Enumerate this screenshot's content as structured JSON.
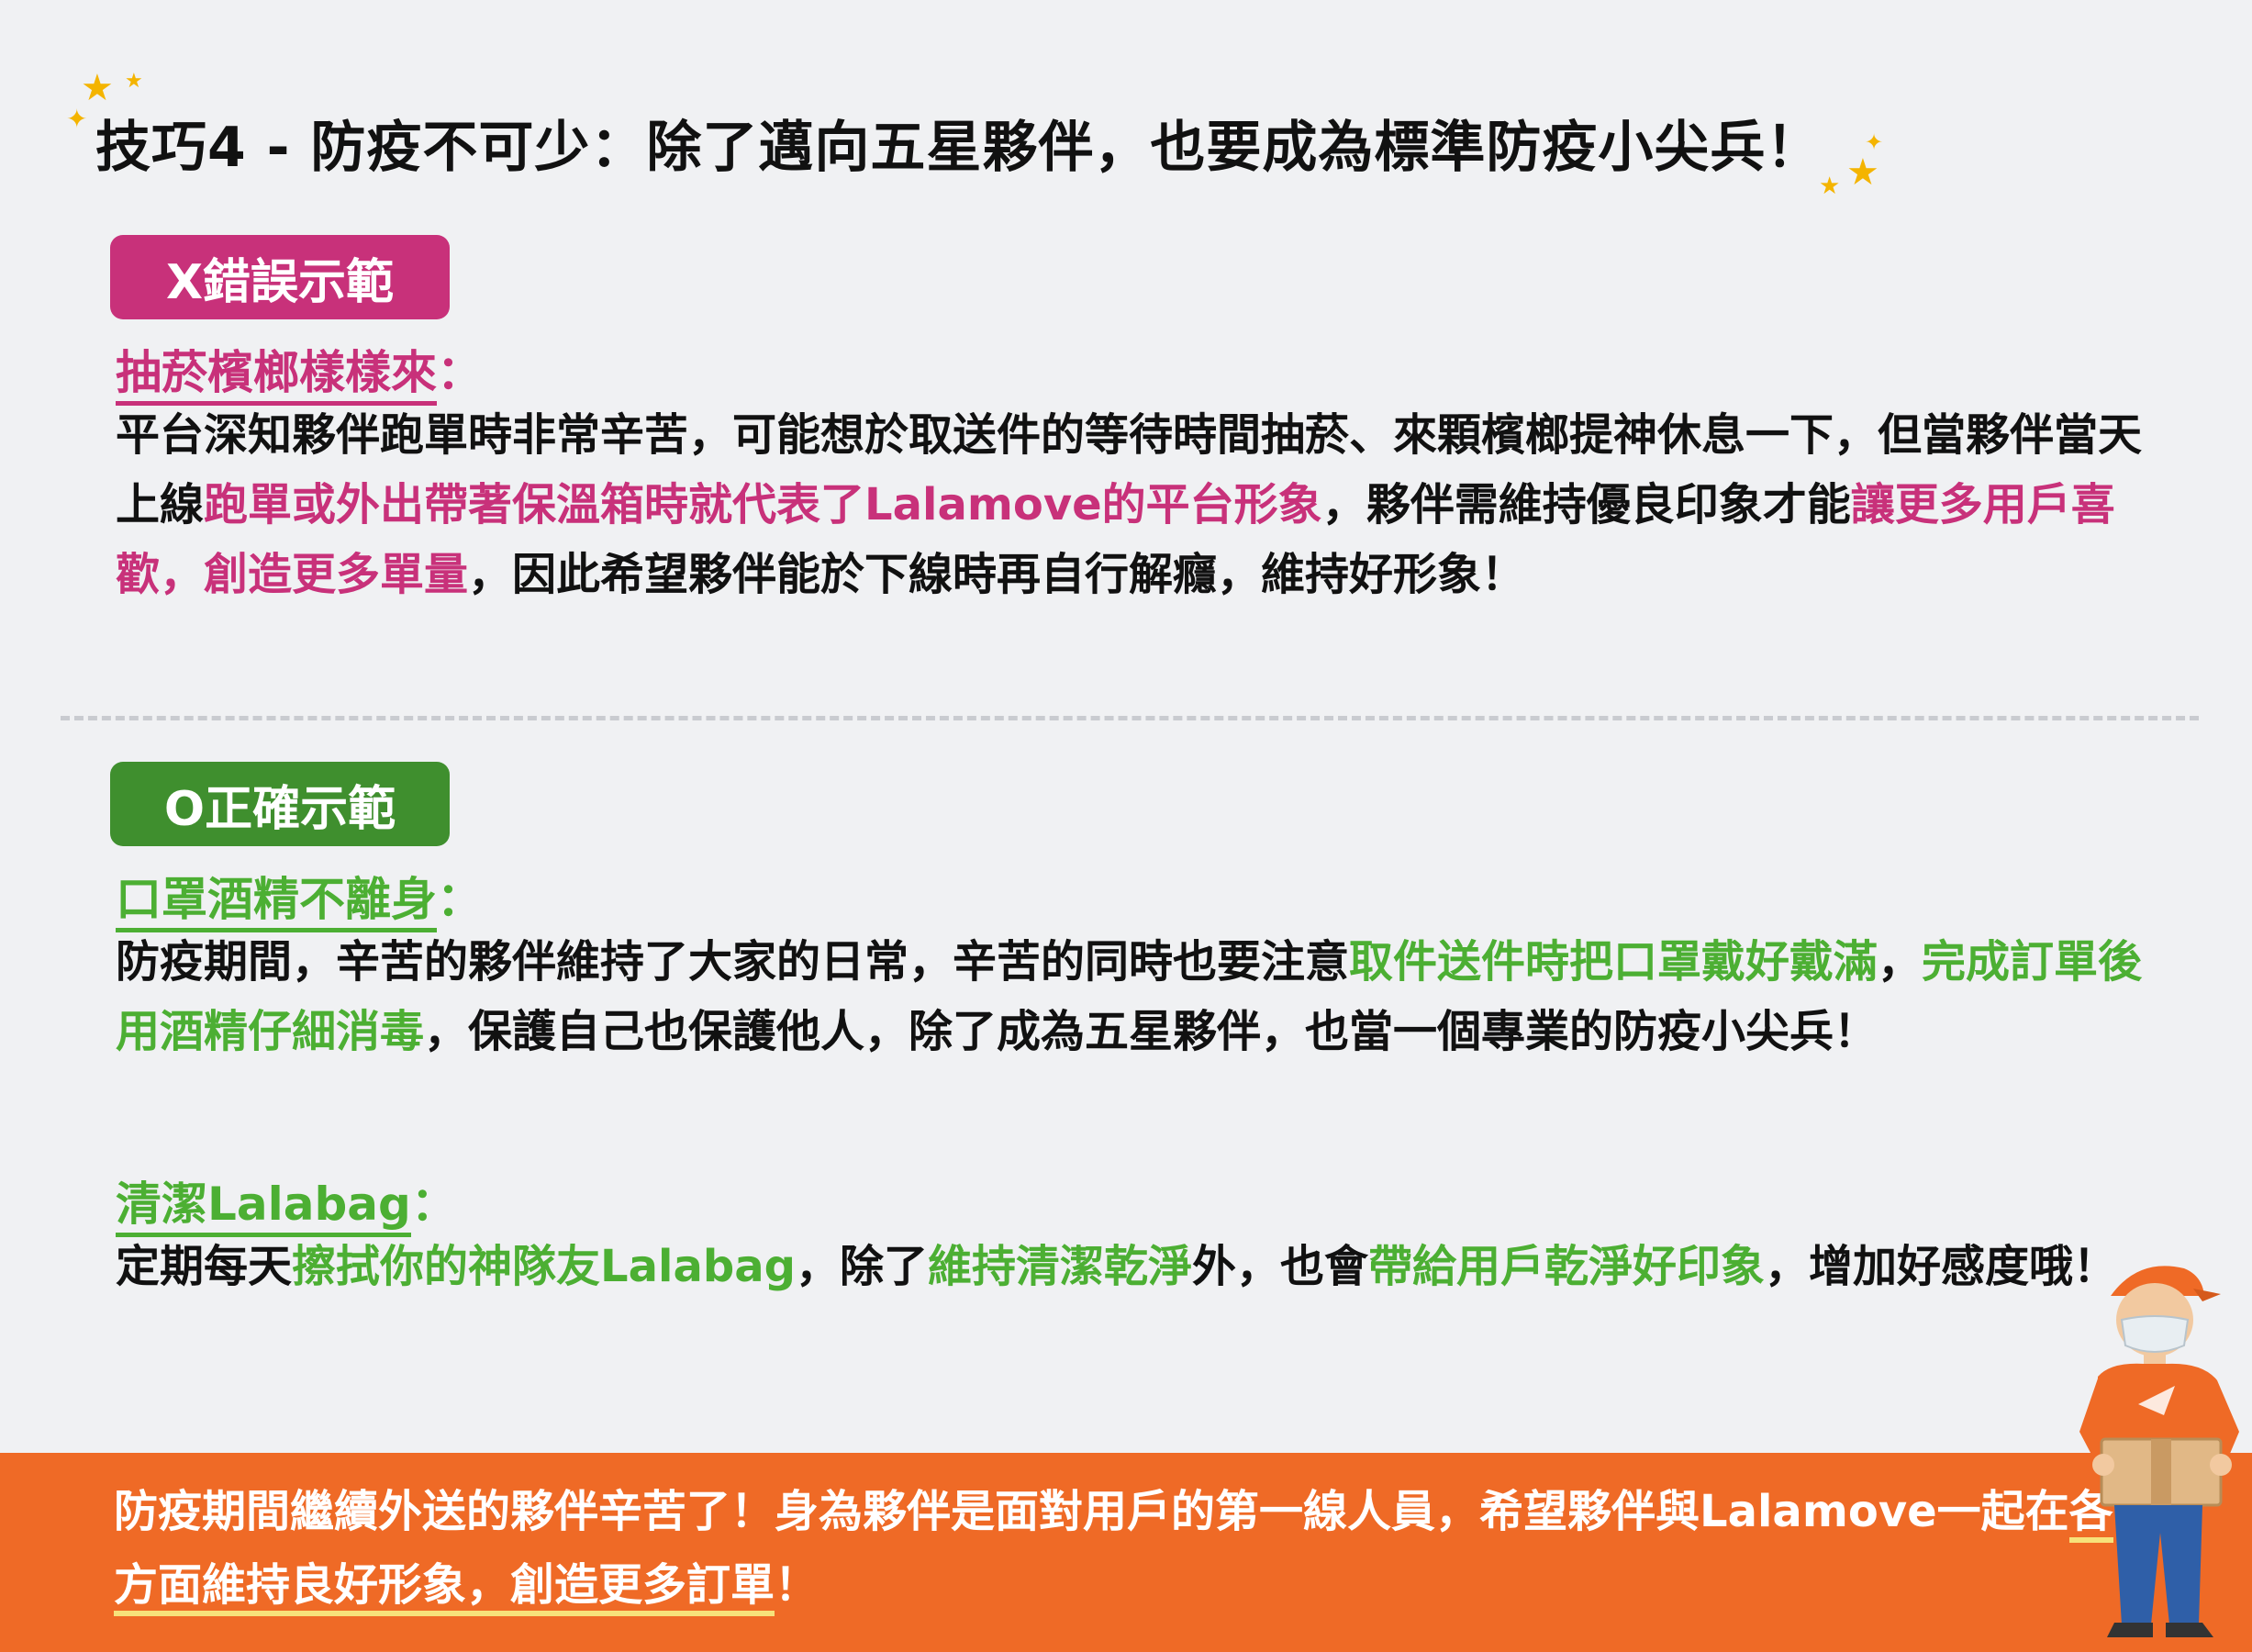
{
  "title": "技巧4 - 防疫不可少：除了邁向五星夥伴，也要成為標準防疫小尖兵！",
  "wrong": {
    "badge": "X錯誤示範",
    "subtitle": "抽菸檳榔樣樣來",
    "colon": "：",
    "p1": "平台深知夥伴跑單時非常辛苦，可能想於取送件的等待時間抽菸、來顆檳榔提神休息一下，但當夥伴當天上線",
    "p1_hl": "跑單或外出帶著保溫箱時就代表了Lalamove的平台形象",
    "p2": "，夥伴需維持優良印象才能",
    "p2_hl": "讓更多用戶喜歡，創造更多單量",
    "p3": "，因此希望夥伴能於下線時再自行解癮，維持好形象！"
  },
  "right": {
    "badge": "O正確示範",
    "subtitle1": "口罩酒精不離身",
    "colon": "：",
    "a1": "防疫期間，辛苦的夥伴維持了大家的日常，辛苦的同時也要注意",
    "a1_hl": "取件送件時把口罩戴好戴滿",
    "a2": "，",
    "a2_hl": "完成訂單後用酒精仔細消毒",
    "a3": "，保護自己也保護他人，除了成為五星夥伴，也當一個專業的防疫小尖兵！",
    "subtitle2": "清潔Lalabag",
    "b1": "定期每天",
    "b1_hl": "擦拭你的神隊友Lalabag",
    "b2": "，除了",
    "b2_hl": "維持清潔乾淨",
    "b3": "外，也會",
    "b3_hl": "帶給用戶乾淨好印象",
    "b4": "，增加好感度哦！"
  },
  "footer": {
    "t1": "防疫期間繼續外送的夥伴辛苦了！身為夥伴是面對用戶的第一線人員，希望夥伴與Lalamove一起在",
    "t1_hl": "各方面維持良好形象，創造更多訂單",
    "t2": "！"
  },
  "colors": {
    "pink": "#c8317a",
    "green": "#4caf33",
    "orange": "#ef6a26"
  },
  "icons": [
    "star-icon",
    "courier-illustration"
  ]
}
